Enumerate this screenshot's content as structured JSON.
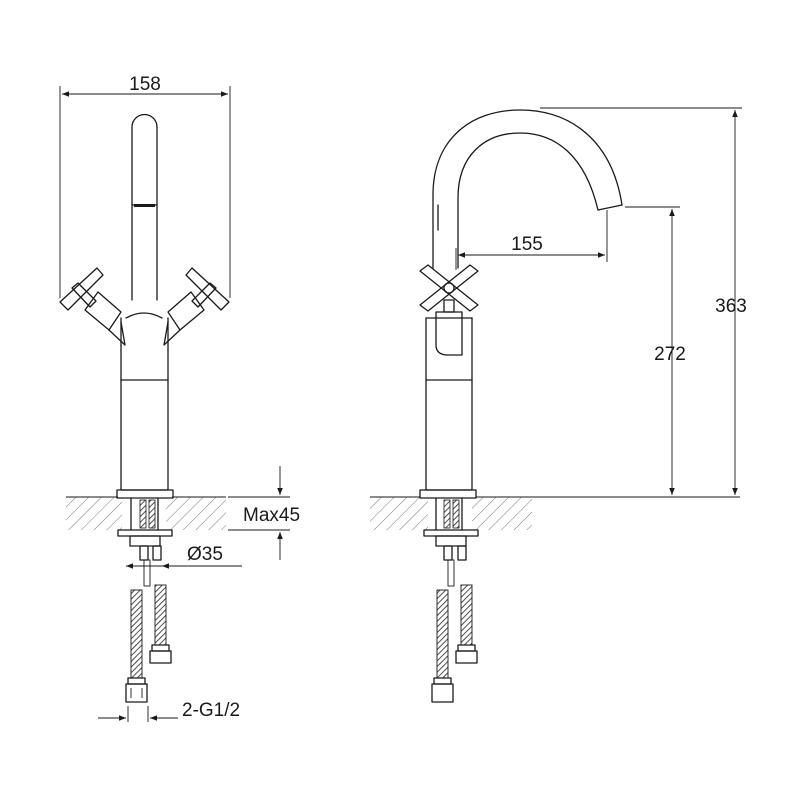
{
  "dimensions": {
    "width_overall": "158",
    "spout_reach": "155",
    "total_height": "363",
    "spout_height": "272",
    "max_deck": "Max45",
    "hole_diameter": "Ø35",
    "connection": "2-G1/2"
  }
}
